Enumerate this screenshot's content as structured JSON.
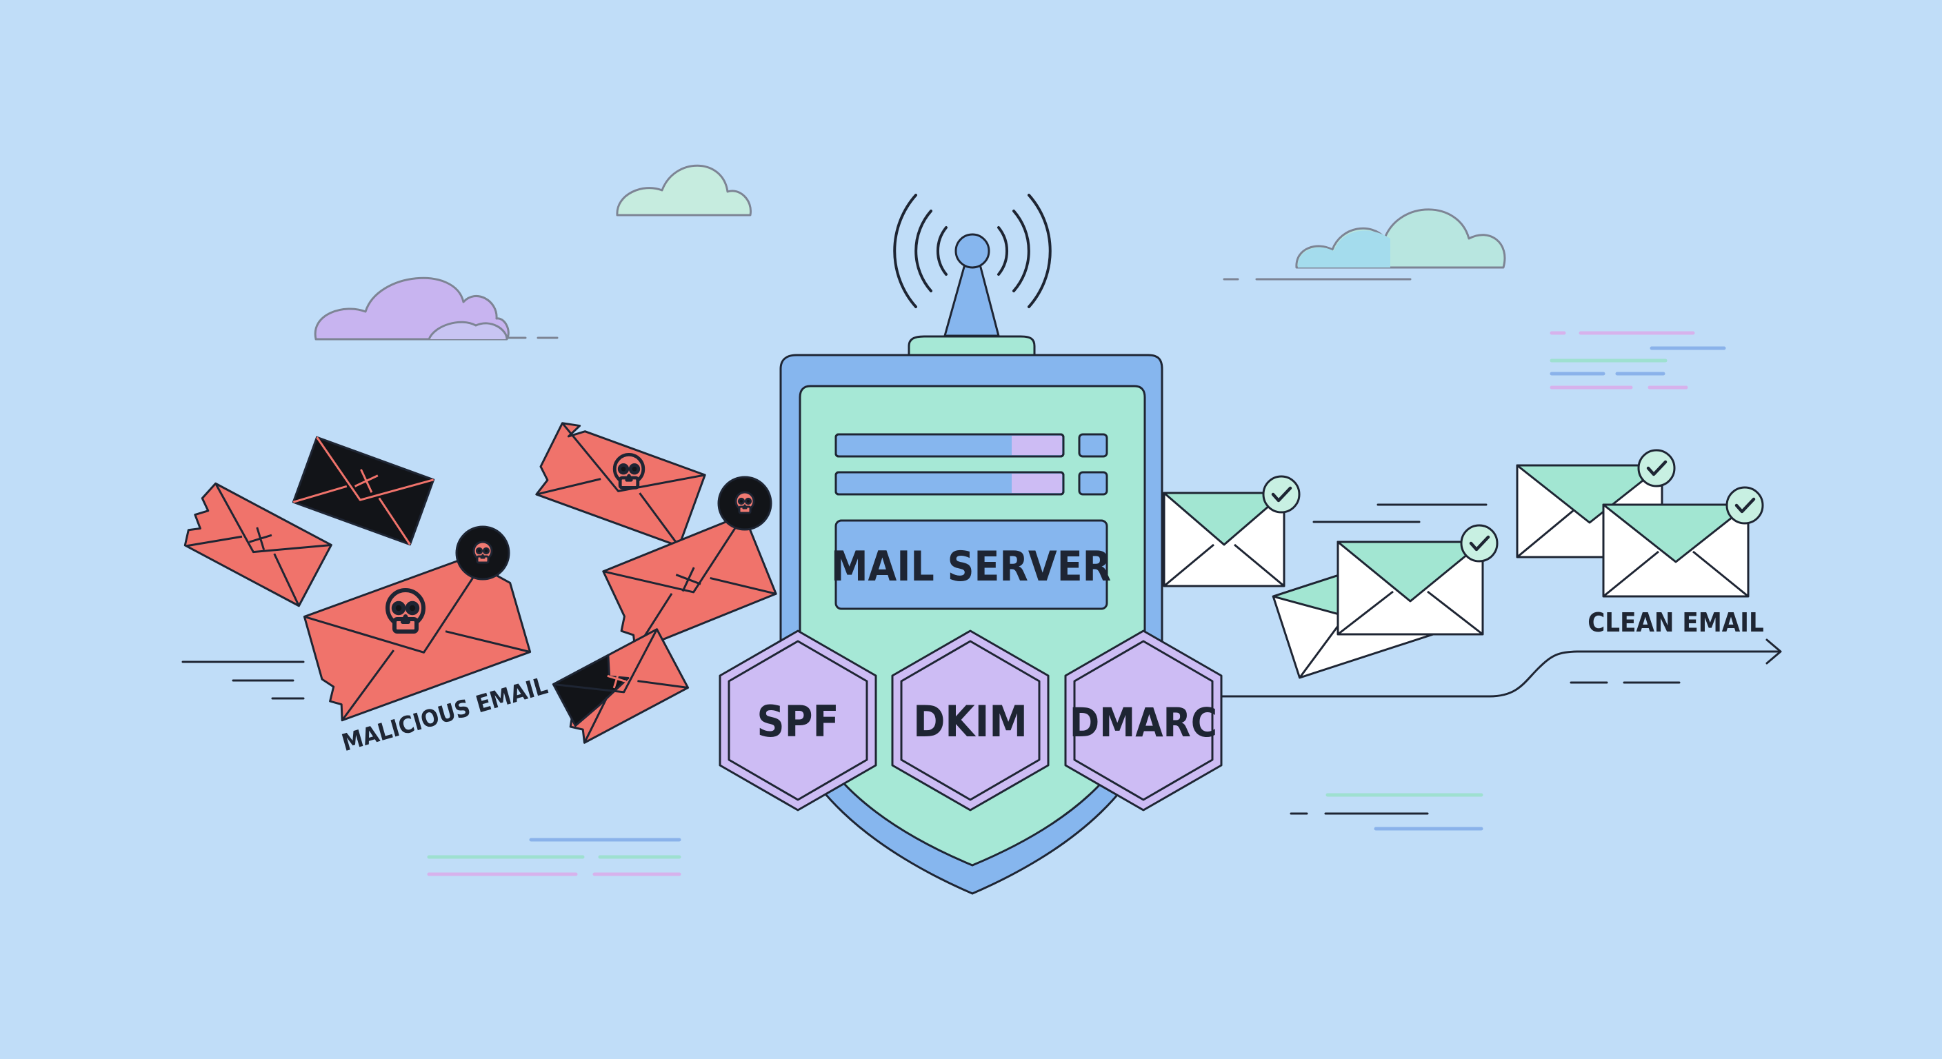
{
  "server": {
    "title": "MAIL SERVER"
  },
  "protocols": [
    {
      "label": "SPF"
    },
    {
      "label": "DKIM"
    },
    {
      "label": "DMARC"
    }
  ],
  "labels": {
    "malicious": "MALICIOUS EMAIL",
    "clean": "CLEAN EMAIL"
  },
  "colors": {
    "background": "#c0ddf8",
    "outline": "#1e2533",
    "shield": "#86b6ee",
    "panel": "#a6e8d6",
    "title_button": "#86b6ee",
    "hexagon": "#cdbcf4",
    "malicious": "#f0736b",
    "malicious_dark": "#121418",
    "clean_envelope": "#ffffff",
    "clean_flap": "#a2e6d2",
    "check_badge": "#c8f0e2",
    "cloud_purple": "#c8b4f0",
    "cloud_mint": "#c6ecdf",
    "cloud_blue": "#a4dced"
  },
  "icons": [
    "antenna-icon",
    "skull-icon",
    "cross-icon",
    "check-icon",
    "envelope-icon",
    "cloud-icon",
    "arrow-icon"
  ]
}
